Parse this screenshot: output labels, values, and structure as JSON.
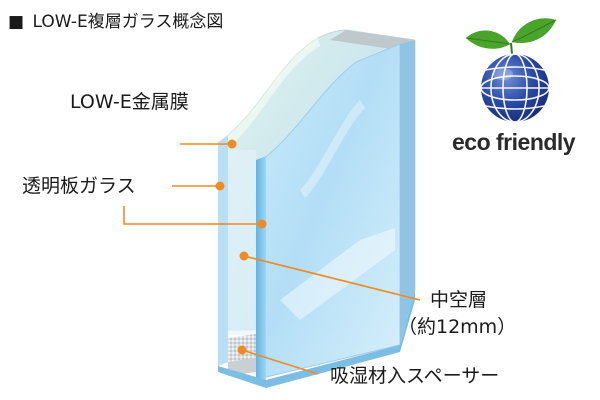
{
  "title": {
    "marker": "■",
    "text": "LOW-E複層ガラス概念図"
  },
  "labels": {
    "low_e_film": "LOW-E金属膜",
    "clear_glass": "透明板ガラス",
    "air_gap_line1": "中空層",
    "air_gap_line2": "（約12mm）",
    "spacer": "吸湿材入スペーサー"
  },
  "badge": {
    "text": "eco friendly",
    "icon": "leafy-globe-icon"
  },
  "colors": {
    "leader_orange": "#f08a22",
    "glass_blue": "#7fc6ea",
    "globe_blue": "#1f3b8f",
    "leaf_green": "#4aa32b"
  }
}
